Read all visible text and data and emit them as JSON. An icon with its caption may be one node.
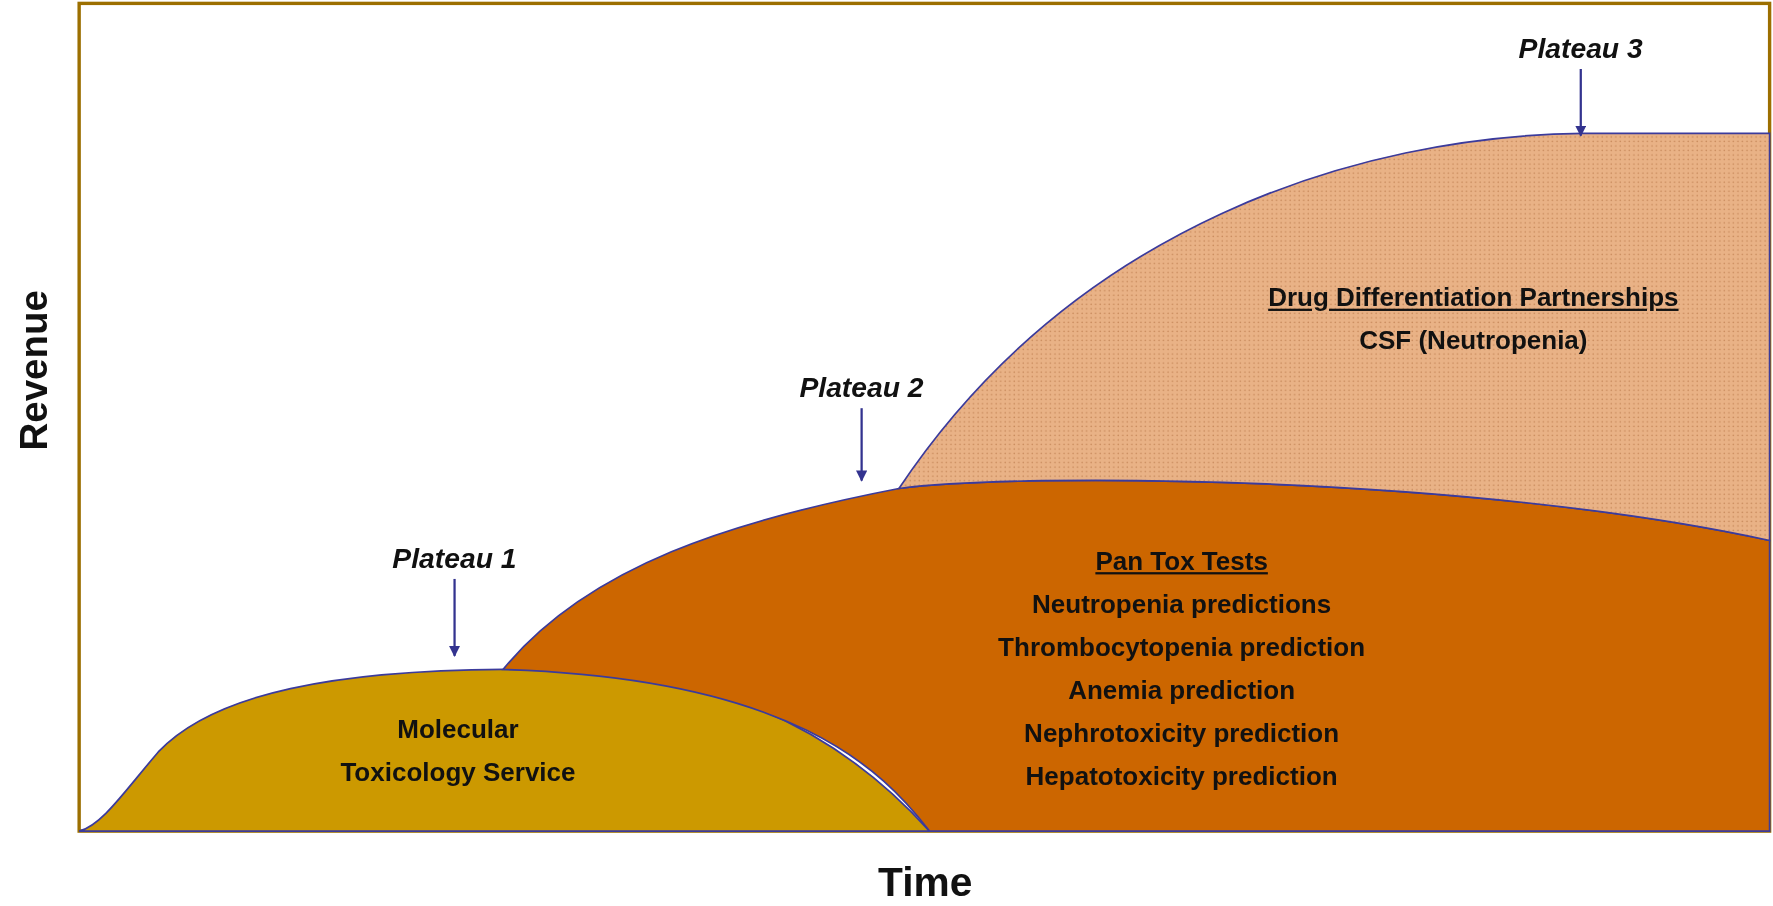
{
  "diagram": {
    "nodes": [
      {
        "text": [
          "Molecular Toxicology Service"
        ]
      },
      {
        "text": [
          "Pan Tox Tests",
          "Neutropenia predictions",
          "Thrombocytopenia prediction",
          "Anemia prediction",
          "Nephrotoxicity prediction",
          "Hepatotoxicity prediction"
        ]
      },
      {
        "text": [
          "Drug Differentiation Partnerships",
          "CSF (Neutropenia)"
        ]
      },
      {
        "text": [
          "Plateau 1"
        ]
      },
      {
        "text": [
          "Plateau 2"
        ]
      },
      {
        "text": [
          "Plateau 3"
        ]
      }
    ],
    "edges": [
      {
        "from": 3,
        "to": 0,
        "arrow": "to"
      },
      {
        "from": 4,
        "to": 1,
        "arrow": "to"
      },
      {
        "from": 5,
        "to": 2,
        "arrow": "to"
      }
    ],
    "labels": [
      "Revenue",
      "Time"
    ]
  }
}
